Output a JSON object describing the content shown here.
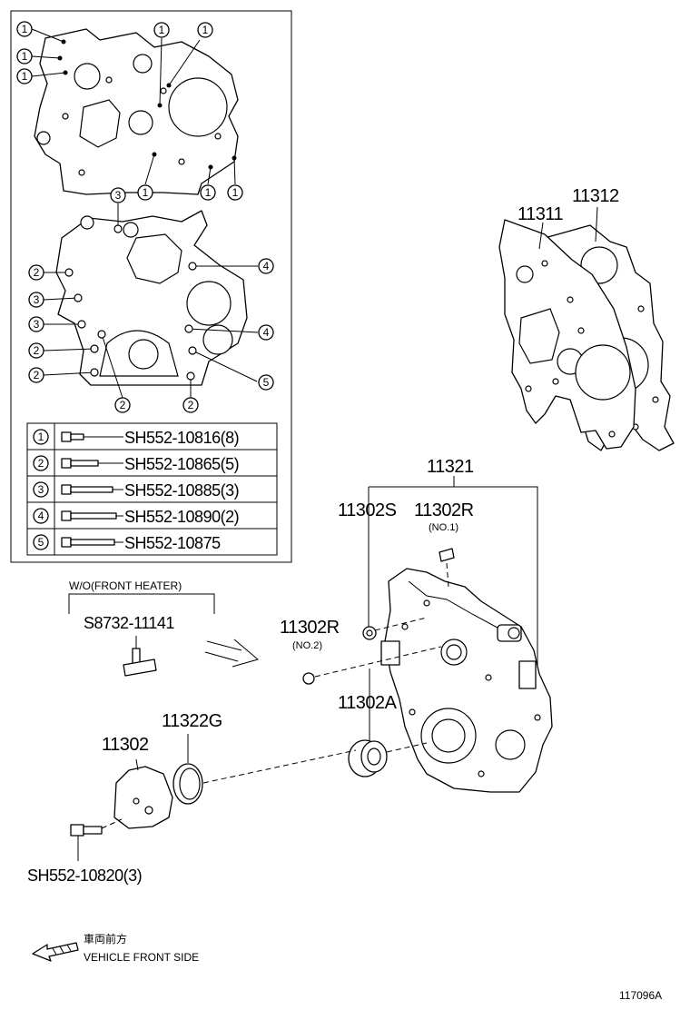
{
  "inset": {
    "callout_numbers": [
      "1",
      "2",
      "3",
      "4",
      "5"
    ],
    "bolt_table": [
      {
        "key": "1",
        "part": "SH552-10816(8)"
      },
      {
        "key": "2",
        "part": "SH552-10865(5)"
      },
      {
        "key": "3",
        "part": "SH552-10885(3)"
      },
      {
        "key": "4",
        "part": "SH552-10890(2)"
      },
      {
        "key": "5",
        "part": "SH552-10875"
      }
    ]
  },
  "labels": {
    "p11312": "11312",
    "p11311": "11311",
    "p11321": "11321",
    "p11302S": "11302S",
    "p11302R_1": "11302R",
    "no1": "(NO.1)",
    "p11302R_2": "11302R",
    "no2": "(NO.2)",
    "p11302A": "11302A",
    "p11302": "11302",
    "p11322G": "11322G",
    "bolt_bottom": "SH552-10820(3)",
    "wo_front_heater": "W/O(FRONT HEATER)",
    "s8732": "S8732-11141"
  },
  "footer": {
    "direction_jp": "車両前方",
    "direction_en": "VEHICLE FRONT SIDE",
    "figure_id": "117096A"
  }
}
